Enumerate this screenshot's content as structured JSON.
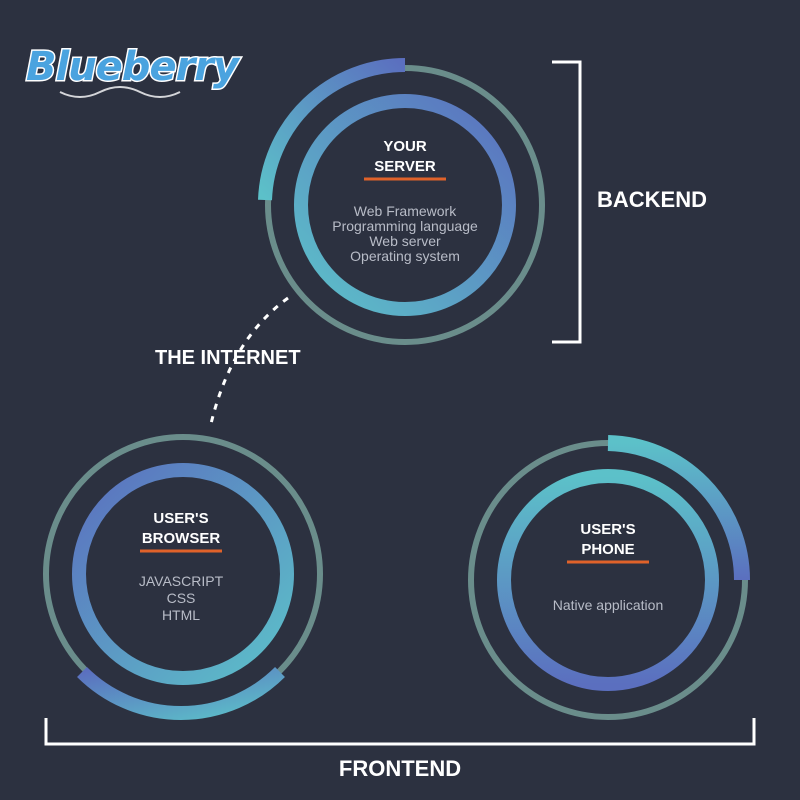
{
  "logo": {
    "text": "Blueberry"
  },
  "colors": {
    "background": "#2c3140",
    "outer_ring": "#6a8d8b",
    "arc_start": "#5b6fbf",
    "arc_end": "#5cc1c9",
    "underline": "#e0622a",
    "bracket": "#ffffff"
  },
  "nodes": {
    "server": {
      "title": [
        "YOUR",
        "SERVER"
      ],
      "items": [
        "Web Framework",
        "Programming language",
        "Web server",
        "Operating system"
      ]
    },
    "browser": {
      "title": [
        "USER'S",
        "BROWSER"
      ],
      "items": [
        "JAVASCRIPT",
        "CSS",
        "HTML"
      ]
    },
    "phone": {
      "title": [
        "USER'S",
        "PHONE"
      ],
      "items": [
        "Native application"
      ]
    }
  },
  "labels": {
    "backend": "BACKEND",
    "frontend": "FRONTEND",
    "internet": "THE INTERNET"
  },
  "connection": {
    "from": "server",
    "to": "browser",
    "label": "THE INTERNET"
  }
}
